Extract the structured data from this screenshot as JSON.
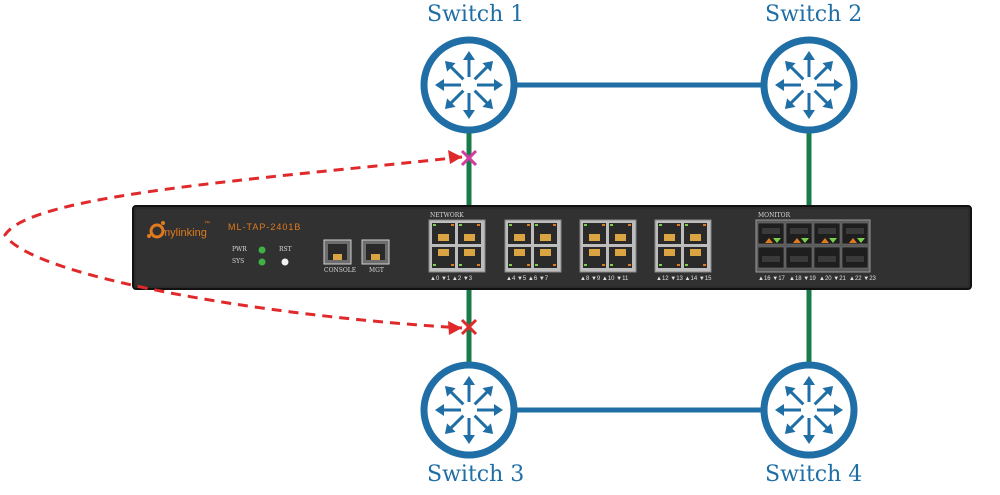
{
  "switches": [
    {
      "label": "Switch 1"
    },
    {
      "label": "Switch 2"
    },
    {
      "label": "Switch 3"
    },
    {
      "label": "Switch 4"
    }
  ],
  "device": {
    "brand": "mylinking",
    "brand_mark": "™",
    "model": "ML-TAP-2401B",
    "leds": {
      "pwr": "PWR",
      "sys": "SYS",
      "rst": "RST"
    },
    "console_label": "CONSOLE",
    "mgt_label": "MGT",
    "network_label": "NETWORK",
    "monitor_label": "MONITOR",
    "network_port_groups": [
      "▲0 ▼1 ▲2 ▼3",
      "▲4 ▼5 ▲6 ▼7",
      "▲8 ▼9 ▲10 ▼11",
      "▲12 ▼13 ▲14 ▼15"
    ],
    "monitor_port_groups": [
      "▲16 ▼17",
      "▲18 ▼19",
      "▲20 ▼21",
      "▲22 ▼23"
    ]
  },
  "colors": {
    "switch_blue": "#1f6ea5",
    "link_green": "#1b7a4a",
    "bypass_red": "#e0292b",
    "cut_magenta": "#d63aa0",
    "chassis": "#2b2b2b",
    "brand_orange": "#e07a1e"
  }
}
